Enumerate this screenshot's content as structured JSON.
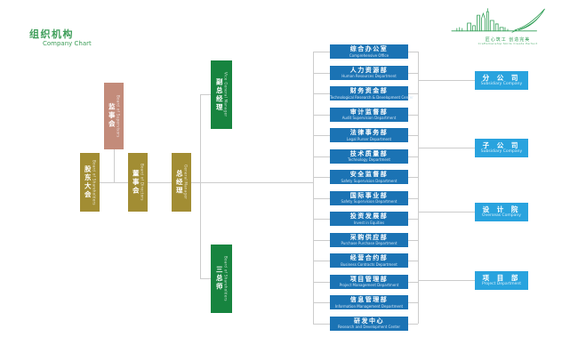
{
  "page": {
    "title": "组织机构",
    "subtitle": "Company Chart"
  },
  "logo": {
    "tagline_cn": "匠心筑工 创造完美",
    "tagline_en": "Craftsmanship Skills   Create Perfect"
  },
  "governance": {
    "shareholders": {
      "cn": "股东大会",
      "en": "Board of Shareholders"
    },
    "supervisors": {
      "cn": "监事会",
      "en": "Board of Supervisors"
    },
    "directors": {
      "cn": "董事会",
      "en": "Board of Directors"
    },
    "general_manager": {
      "cn": "总经理",
      "en": "General Manager"
    },
    "vice_general_manager": {
      "cn": "副总经理",
      "en": "Vice General Manager"
    },
    "three_chiefs": {
      "cn": "三总师",
      "en": "Board of Shareholders"
    }
  },
  "departments": [
    {
      "cn": "综合办公室",
      "en": "Comprehensive Office"
    },
    {
      "cn": "人力资源部",
      "en": "Human Resources Department"
    },
    {
      "cn": "财务资金部",
      "en": "Technological Research & Development Center"
    },
    {
      "cn": "审计监督部",
      "en": "Audit Supervision Department"
    },
    {
      "cn": "法律事务部",
      "en": "Legal Purser Department"
    },
    {
      "cn": "技术质量部",
      "en": "Technology Department"
    },
    {
      "cn": "安全监督部",
      "en": "Safety Supervision Department"
    },
    {
      "cn": "国际事业部",
      "en": "Safety Supervision Department"
    },
    {
      "cn": "投资发展部",
      "en": "Invest in Equities"
    },
    {
      "cn": "采购供应部",
      "en": "Purchase Purchase Department"
    },
    {
      "cn": "经营合约部",
      "en": "Business Contracts Department"
    },
    {
      "cn": "项目管理部",
      "en": "Project Management Department"
    },
    {
      "cn": "信息管理部",
      "en": "Information Management Department"
    },
    {
      "cn": "研发中心",
      "en": "Research and Development Center"
    }
  ],
  "branches": [
    {
      "cn": "分 公 司",
      "en": "Subsidiary Company"
    },
    {
      "cn": "子 公 司",
      "en": "Subsidiary Company"
    },
    {
      "cn": "设 计 院",
      "en": "Overseas Company"
    },
    {
      "cn": "项 目 部",
      "en": "Project Department"
    }
  ],
  "colors": {
    "accent_green": "#3f9e5a",
    "box_gold": "#a28d33",
    "box_pink": "#c38b7a",
    "box_green": "#17843f",
    "box_blue": "#1b73b4",
    "box_cyan": "#29a3de",
    "connector_line": "#cccccc"
  }
}
